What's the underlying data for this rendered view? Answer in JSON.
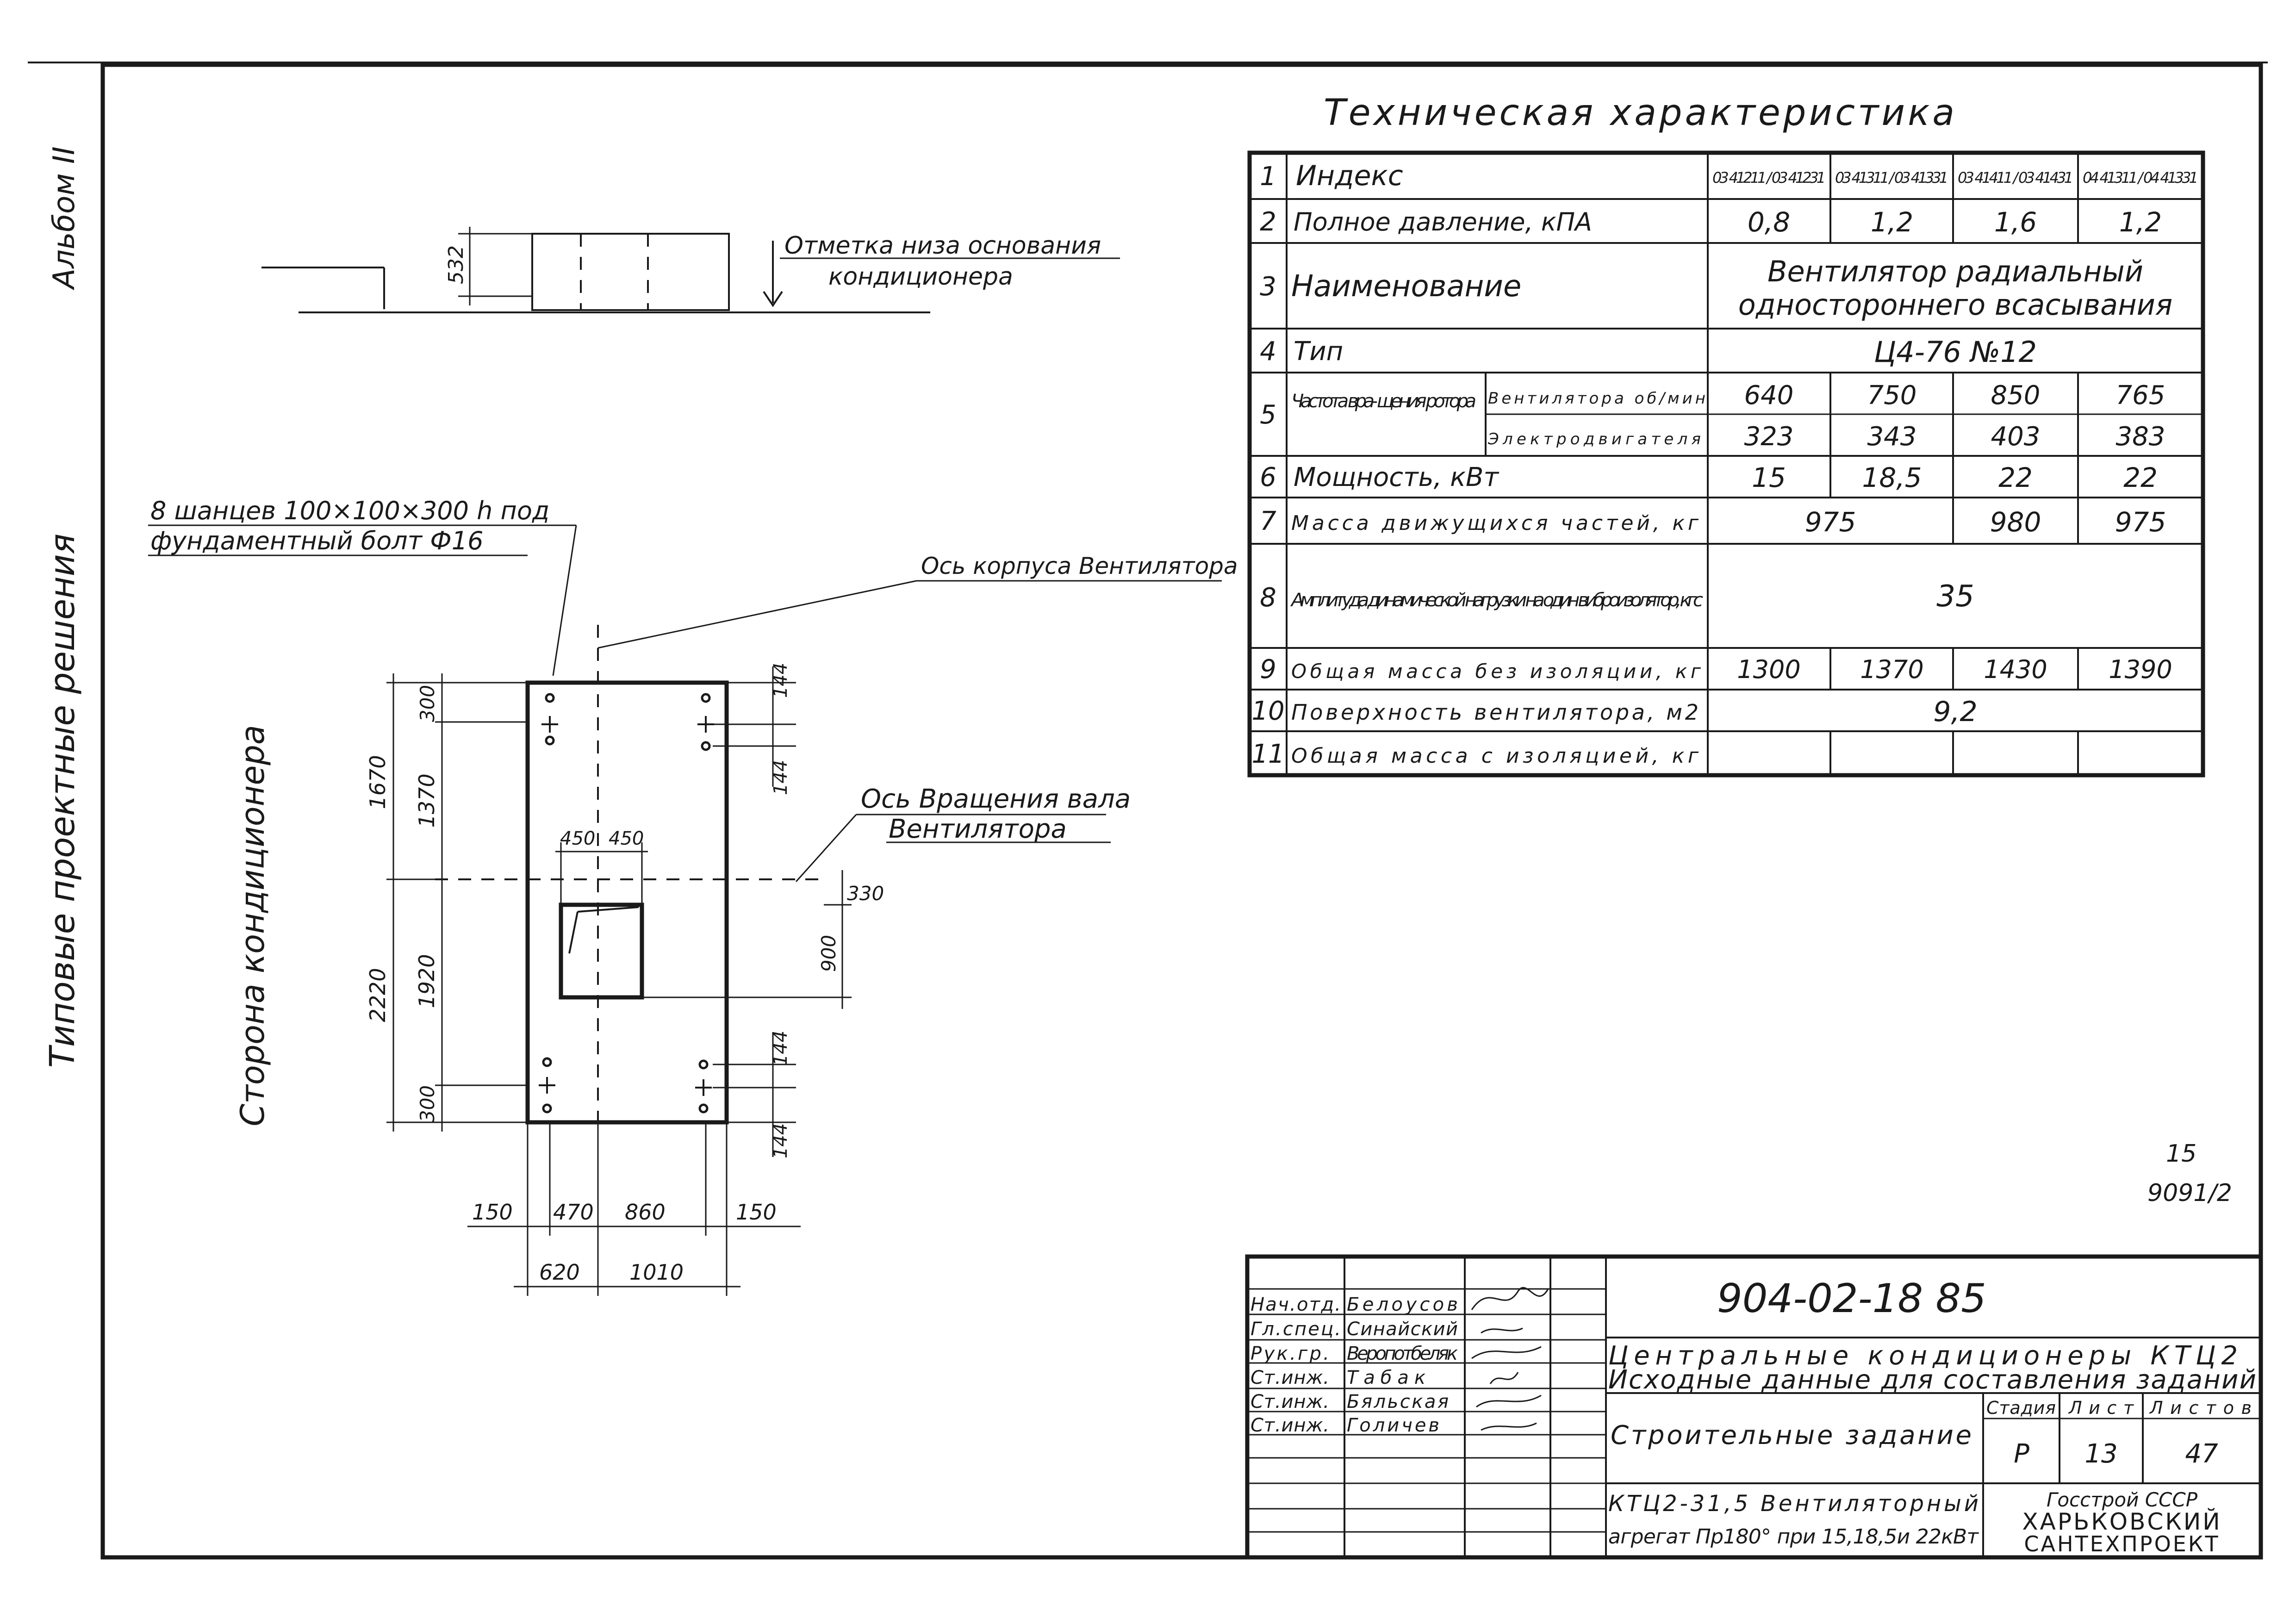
{
  "margin": {
    "album": "Альбом II",
    "series": "Типовые проектные решения"
  },
  "drawing": {
    "height_dim": "532",
    "base_note": [
      "Отметка низа основания",
      "кондиционера"
    ],
    "anchor_note": [
      "8 шанцев 100×100×300 h под",
      "фундаментный болт Ф16"
    ],
    "casing_axis": "Ось корпуса Вентилятора",
    "shaft_axis": [
      "Ось Вращения вала",
      "Вентилятора"
    ],
    "side_label": "Сторона кондиционера",
    "left_dims": [
      "1670",
      "2220"
    ],
    "inner_left_dims": [
      "300",
      "1370",
      "1920",
      "300"
    ],
    "right_dims": [
      "144",
      "144",
      "144",
      "144"
    ],
    "opening_dims": [
      "450",
      "450",
      "330",
      "900"
    ],
    "bottom_dims_row1": [
      "150",
      "470",
      "860",
      "150"
    ],
    "bottom_dims_row2": [
      "620",
      "1010"
    ]
  },
  "table": {
    "title": "Техническая характеристика",
    "rows": [
      {
        "n": "1",
        "label": "Индекс",
        "cells": [
          "03 41211 / 03 41231",
          "03 41311 / 03 41331",
          "03 41411 / 03 41431",
          "04 41311 / 04 41331"
        ]
      },
      {
        "n": "2",
        "label": "Полное давление, кПА",
        "cells": [
          "0,8",
          "1,2",
          "1,6",
          "1,2"
        ]
      },
      {
        "n": "3",
        "label": "Наименование",
        "span": [
          "Вентилятор радиальный",
          "одностороннего всасывания"
        ]
      },
      {
        "n": "4",
        "label": "Тип",
        "span": [
          "Ц4-76 №12"
        ]
      },
      {
        "n": "5",
        "label": "Частота вра- щения ротора",
        "sub": [
          {
            "label": "Вентилятора об/мин",
            "cells": [
              "640",
              "750",
              "850",
              "765"
            ]
          },
          {
            "label": "Электродвигателя",
            "cells": [
              "323",
              "343",
              "403",
              "383"
            ]
          }
        ]
      },
      {
        "n": "6",
        "label": "Мощность, кВт",
        "cells": [
          "15",
          "18,5",
          "22",
          "22"
        ]
      },
      {
        "n": "7",
        "label": "Масса движущихся частей, кг",
        "cells": [
          "975",
          "980",
          "975"
        ]
      },
      {
        "n": "8",
        "label": "Амплитуда динамической нагрузки на один виброизолятор, кгс",
        "span": [
          "35"
        ]
      },
      {
        "n": "9",
        "label": "Общая масса без изоляции, кг",
        "cells": [
          "1300",
          "1370",
          "1430",
          "1390"
        ]
      },
      {
        "n": "10",
        "label": "Поверхность вентилятора, м2",
        "span": [
          "9,2"
        ]
      },
      {
        "n": "11",
        "label": "Общая масса с изоляцией, кг",
        "cells": [
          "",
          "",
          "",
          ""
        ]
      }
    ]
  },
  "sheet_ref": {
    "number": "15",
    "code": "9091/2"
  },
  "title_block": {
    "doc_code": "904-02-18 85",
    "title_line1": "Центральные кондиционеры КТЦ2",
    "title_line2": "Исходные данные для составления заданий",
    "section": "Строительные задание",
    "stage_head": "Стадия",
    "sheet_head": "Лист",
    "sheets_head": "Листов",
    "stage": "Р",
    "sheet": "13",
    "sheets": "47",
    "part_line1": "КТЦ2-31,5 Вентиляторный",
    "part_line2": "агрегат Пр180° при 15,18,5и 22кВт",
    "org_line1": "Госстрой СССР",
    "org_line2": "ХАРЬКОВСКИЙ",
    "org_line3": "САНТЕХПРОЕКТ",
    "staff": [
      {
        "role": "Нач.отд.",
        "name": "Белоусов"
      },
      {
        "role": "Гл.спец.",
        "name": "Синайский"
      },
      {
        "role": "Рук.гр.",
        "name": "Веропотбеляк"
      },
      {
        "role": "Ст.инж.",
        "name": "Табак"
      },
      {
        "role": "Ст.инж.",
        "name": "Бяльская"
      },
      {
        "role": "Ст.инж.",
        "name": "Голичев"
      }
    ]
  }
}
